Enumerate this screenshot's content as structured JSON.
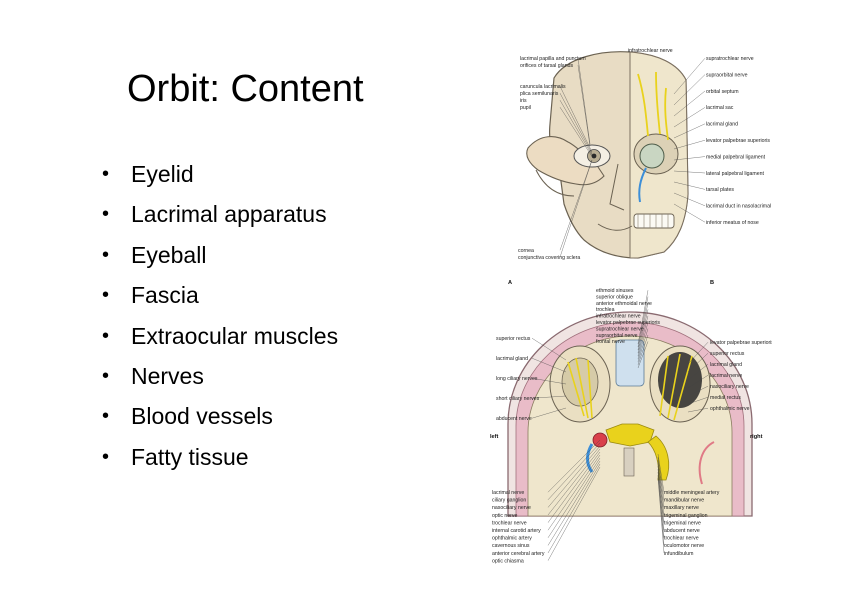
{
  "slide": {
    "title": "Orbit: Content",
    "bullet_glyph": "•",
    "bullets": [
      "Eyelid",
      "Lacrimal apparatus",
      "Eyeball",
      "Fascia",
      "Extraocular muscles",
      "Nerves",
      "Blood vessels",
      "Fatty tissue"
    ]
  },
  "figure": {
    "panel_a": {
      "letter": "A",
      "labels_left": [
        "lacrimal papilla and punctum",
        "orifices of tarsal glands",
        "caruncula lacrimalis",
        "plica semilunaris",
        "iris",
        "pupil",
        "cornea",
        "conjunctiva covering sclera"
      ],
      "labels_right": [
        "infratrochlear nerve",
        "supratrochlear nerve",
        "supraorbital nerve",
        "orbital septum",
        "lacrimal sac",
        "lacrimal gland",
        "levator palpebrae superioris",
        "medial palpebral ligament",
        "lateral palpebral ligament",
        "tarsal plates",
        "lacrimal duct in nasolacrimal canal",
        "inferior meatus of nose"
      ]
    },
    "panel_b": {
      "letter": "B",
      "side_left": "left",
      "side_right": "right",
      "labels_top": [
        "ethmoid sinuses",
        "superior oblique",
        "anterior ethmoidal nerve",
        "trochlea",
        "infratrochlear nerve",
        "levator palpebrae superioris",
        "supratrochlear nerve",
        "supraorbital nerve",
        "frontal nerve"
      ],
      "labels_left": [
        "superior rectus",
        "lacrimal gland",
        "long ciliary nerves",
        "short ciliary nerves",
        "abducent nerve"
      ],
      "labels_right": [
        "levator palpebrae superioris",
        "superior rectus",
        "lacrimal gland",
        "lacrimal nerve",
        "nasociliary nerve",
        "medial rectus",
        "ophthalmic nerve"
      ],
      "labels_bottom_left": [
        "lacrimal nerve",
        "ciliary ganglion",
        "nasociliary nerve",
        "optic nerve",
        "trochlear nerve",
        "internal carotid artery",
        "ophthalmic artery",
        "cavernous sinus",
        "anterior cerebral artery",
        "optic chiasma"
      ],
      "labels_bottom_right": [
        "middle meningeal artery",
        "mandibular nerve",
        "maxillary nerve",
        "trigeminal ganglion",
        "trigeminal nerve",
        "abducent nerve",
        "trochlear nerve",
        "oculomotor nerve",
        "infundibulum"
      ]
    },
    "colors": {
      "skin": "#e8dcc4",
      "bone": "#efe6cc",
      "nerve": "#e9d21c",
      "artery": "#d9404a",
      "vein": "#3d8fd8",
      "dura": "#e9bcc8",
      "muscle": "#e07a86"
    }
  }
}
